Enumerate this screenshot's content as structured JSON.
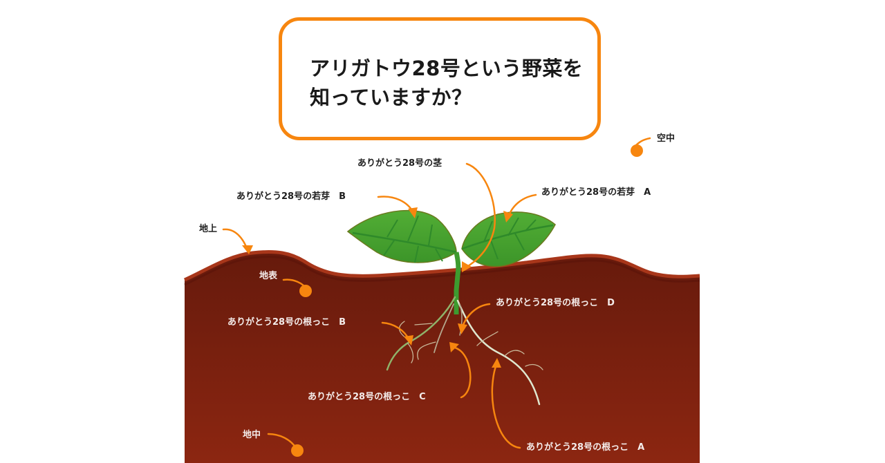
{
  "title": {
    "line1": "アリガトウ28号という野菜を",
    "line2": "知っていますか？"
  },
  "labels": {
    "air": "空中",
    "stem": "ありがとう28号の茎",
    "sprout_b": "ありがとう28号の若芽　B",
    "sprout_a": "ありがとう28号の若芽　A",
    "above_ground": "地上",
    "surface": "地表",
    "root_b": "ありがとう28号の根っこ　B",
    "root_d": "ありがとう28号の根っこ　D",
    "root_c": "ありがとう28号の根っこ　C",
    "root_a": "ありがとう28号の根っこ　A",
    "underground": "地中"
  },
  "colors": {
    "accent_orange": "#f7860f",
    "soil_top": "#6a1a0c",
    "soil_bottom": "#8a2410",
    "soil_edge": "#a8361a",
    "leaf_green": "#46a22e",
    "leaf_vein": "#2f8a2a",
    "stem_green": "#3d9b2f"
  }
}
